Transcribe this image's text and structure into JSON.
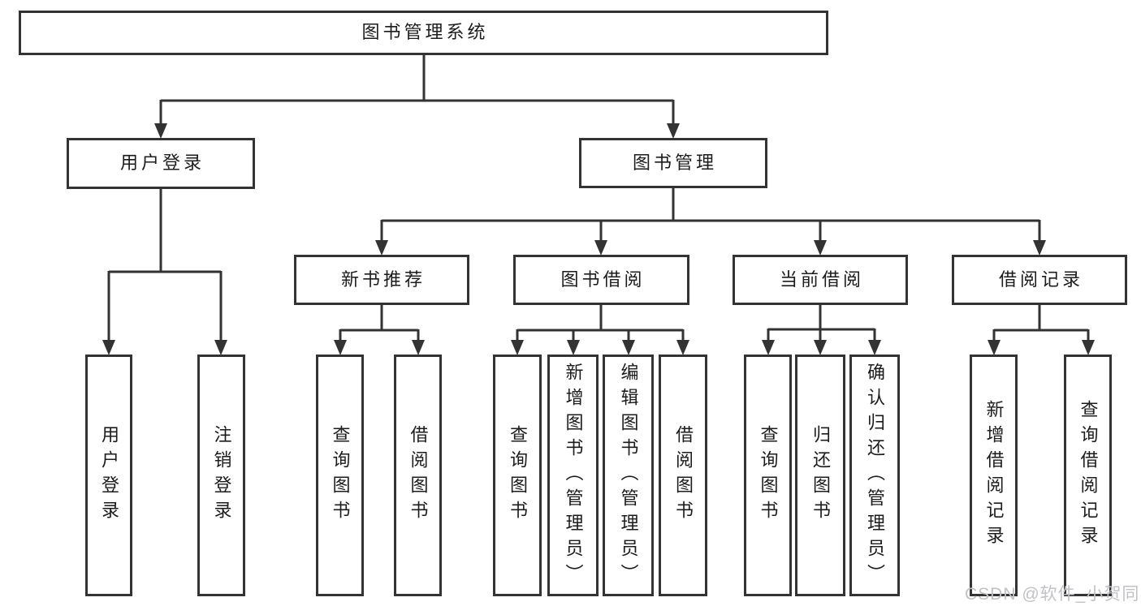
{
  "diagram": {
    "type": "hierarchy-tree",
    "title": "图书管理系统"
  },
  "nodes": {
    "root": {
      "label": "图书管理系统"
    },
    "user_login": {
      "label": "用户登录"
    },
    "book_management": {
      "label": "图书管理"
    },
    "new_book_recommend": {
      "label": "新书推荐"
    },
    "book_borrowing": {
      "label": "图书借阅"
    },
    "current_borrowing": {
      "label": "当前借阅"
    },
    "borrowing_records": {
      "label": "借阅记录"
    },
    "ul_user_login": {
      "label": "用户登录"
    },
    "ul_logout": {
      "label": "注销登录"
    },
    "nbr_query_books": {
      "label": "查询图书"
    },
    "nbr_borrow_books": {
      "label": "借阅图书"
    },
    "bb_query_books": {
      "label": "查询图书"
    },
    "bb_add_books": {
      "label": "新增图书（管理员）"
    },
    "bb_edit_books": {
      "label": "编辑图书（管理员）"
    },
    "bb_borrow_books": {
      "label": "借阅图书"
    },
    "cb_query_books": {
      "label": "查询图书"
    },
    "cb_return_books": {
      "label": "归还图书"
    },
    "cb_confirm_return": {
      "label": "确认归还（管理员）"
    },
    "br_add_record": {
      "label": "新增借阅记录"
    },
    "br_query_record": {
      "label": "查询借阅记录"
    }
  },
  "edges": [
    [
      "root",
      "user_login"
    ],
    [
      "root",
      "book_management"
    ],
    [
      "user_login",
      "ul_user_login"
    ],
    [
      "user_login",
      "ul_logout"
    ],
    [
      "book_management",
      "new_book_recommend"
    ],
    [
      "book_management",
      "book_borrowing"
    ],
    [
      "book_management",
      "current_borrowing"
    ],
    [
      "book_management",
      "borrowing_records"
    ],
    [
      "new_book_recommend",
      "nbr_query_books"
    ],
    [
      "new_book_recommend",
      "nbr_borrow_books"
    ],
    [
      "book_borrowing",
      "bb_query_books"
    ],
    [
      "book_borrowing",
      "bb_add_books"
    ],
    [
      "book_borrowing",
      "bb_edit_books"
    ],
    [
      "book_borrowing",
      "bb_borrow_books"
    ],
    [
      "current_borrowing",
      "cb_query_books"
    ],
    [
      "current_borrowing",
      "cb_return_books"
    ],
    [
      "current_borrowing",
      "cb_confirm_return"
    ],
    [
      "borrowing_records",
      "br_add_record"
    ],
    [
      "borrowing_records",
      "br_query_record"
    ]
  ],
  "watermark": {
    "text": "CSDN @软件_小贺同学"
  },
  "colors": {
    "line": "#333333",
    "box_border": "#333333",
    "text": "#1c1c1c",
    "background": "#ffffff",
    "watermark": "#c2c2c6"
  }
}
